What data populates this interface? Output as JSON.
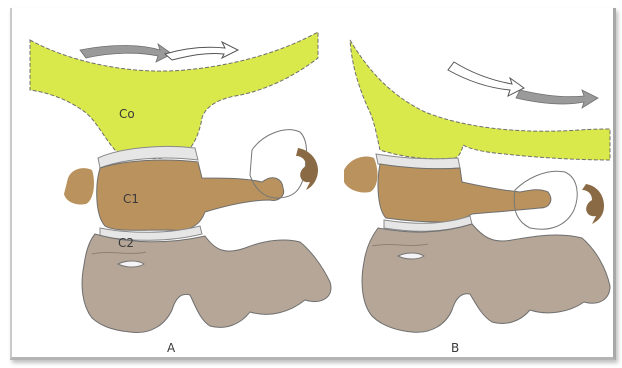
{
  "labels": {
    "occiput": "Co",
    "atlas": "C1",
    "axis": "C2",
    "panel_a": "A",
    "panel_b": "B"
  },
  "colors": {
    "occiput": "#d9e84a",
    "atlas": "#b9925e",
    "axis": "#b5a697",
    "rotation_arrow": "#8a6a44",
    "flexion_arrow": "#9a9a9a",
    "outline": "#6f6f6f",
    "joint": "#e6e6e6"
  },
  "icons": {
    "panel_a_top_arrow": "curved-double-arrow-icon",
    "panel_a_side_arrow": "curved-arrow-icon",
    "panel_b_top_arrow": "curved-double-arrow-icon",
    "panel_b_side_arrow": "curved-arrow-icon"
  }
}
